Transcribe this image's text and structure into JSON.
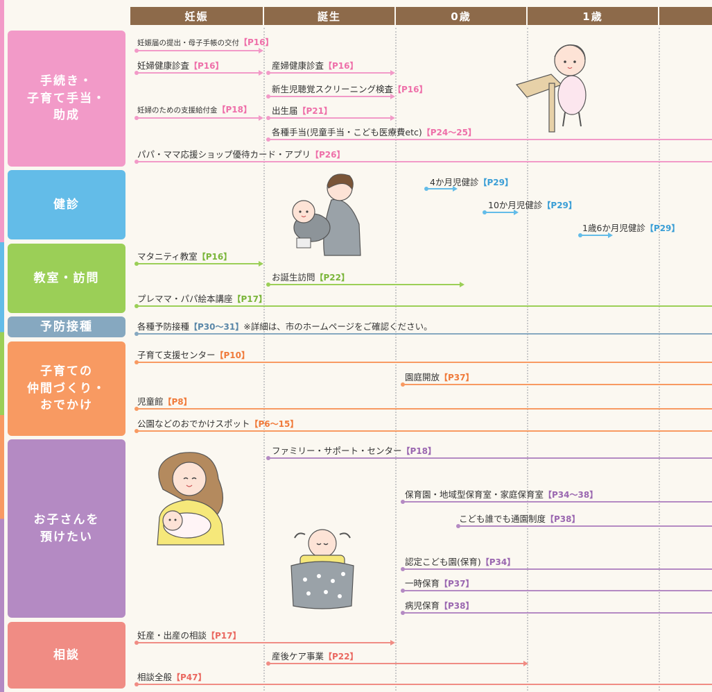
{
  "columns": [
    "妊娠",
    "誕生",
    "0歳",
    "1歳",
    ""
  ],
  "colors": {
    "header": "#8d6a4a",
    "pink": "#f29ac8",
    "pink_ref": "#ee6fa9",
    "blue": "#63bce8",
    "blue_ref": "#3a9ed6",
    "green": "#9bcf57",
    "green_ref": "#7ab53a",
    "steel": "#86a8c0",
    "steel_ref": "#5a87a8",
    "orange": "#f89a62",
    "orange_ref": "#f07a3a",
    "purple": "#b48ac3",
    "purple_ref": "#9a67b0",
    "salmon": "#f08c84",
    "salmon_ref": "#ea6860"
  },
  "categories": [
    {
      "id": "procedures",
      "label_lines": [
        "手続き・",
        "子育て手当・",
        "助成"
      ],
      "color": "#f29ac8"
    },
    {
      "id": "checkups",
      "label_lines": [
        "健診"
      ],
      "color": "#63bce8"
    },
    {
      "id": "classes",
      "label_lines": [
        "教室・訪問"
      ],
      "color": "#9bcf57"
    },
    {
      "id": "vaccination",
      "label_lines": [
        "予防接種"
      ],
      "color": "#86a8c0"
    },
    {
      "id": "community",
      "label_lines": [
        "子育ての",
        "仲間づくり・",
        "おでかけ"
      ],
      "color": "#f89a62"
    },
    {
      "id": "childcare",
      "label_lines": [
        "お子さんを",
        "預けたい"
      ],
      "color": "#b48ac3"
    },
    {
      "id": "consult",
      "label_lines": [
        "相談"
      ],
      "color": "#f08c84"
    }
  ],
  "items": [
    {
      "name": "pregnancy-notification",
      "text": "妊娠届の提出・母子手帳の交付",
      "ref": "【P16】",
      "cat": "pink",
      "small": true
    },
    {
      "name": "maternal-checkup",
      "text": "妊婦健康診査",
      "ref": "【P16】",
      "cat": "pink"
    },
    {
      "name": "postpartum-checkup",
      "text": "産婦健康診査",
      "ref": "【P16】",
      "cat": "pink"
    },
    {
      "name": "newborn-hearing",
      "text": "新生児聴覚スクリーニング検査",
      "ref": "【P16】",
      "cat": "pink"
    },
    {
      "name": "maternity-support-benefit",
      "text": "妊婦のための支援給付金",
      "ref": "【P18】",
      "cat": "pink",
      "small": true
    },
    {
      "name": "birth-registration",
      "text": "出生届",
      "ref": "【P21】",
      "cat": "pink"
    },
    {
      "name": "allowances",
      "text": "各種手当(児童手当・こども医療費etc)",
      "ref": "【P24〜25】",
      "cat": "pink"
    },
    {
      "name": "papa-mama-card",
      "text": "パパ・ママ応援ショップ優待カード・アプリ",
      "ref": "【P26】",
      "cat": "pink"
    },
    {
      "name": "checkup-4m",
      "text": "4か月児健診",
      "ref": "【P29】",
      "cat": "blue"
    },
    {
      "name": "checkup-10m",
      "text": "10か月児健診",
      "ref": "【P29】",
      "cat": "blue"
    },
    {
      "name": "checkup-18m",
      "text": "1歳6か月児健診",
      "ref": "【P29】",
      "cat": "blue"
    },
    {
      "name": "maternity-class",
      "text": "マタニティ教室",
      "ref": "【P16】",
      "cat": "green"
    },
    {
      "name": "birth-visit",
      "text": "お誕生訪問",
      "ref": "【P22】",
      "cat": "green"
    },
    {
      "name": "picture-book-class",
      "text": "プレママ・パパ絵本講座",
      "ref": "【P17】",
      "cat": "green"
    },
    {
      "name": "vaccinations",
      "text": "各種予防接種",
      "ref": "【P30〜31】",
      "suffix": "※詳細は、市のホームページをご確認ください。",
      "cat": "steel"
    },
    {
      "name": "support-center",
      "text": "子育て支援センター",
      "ref": "【P10】",
      "cat": "orange"
    },
    {
      "name": "garden-opening",
      "text": "園庭開放",
      "ref": "【P37】",
      "cat": "orange"
    },
    {
      "name": "childrens-hall",
      "text": "児童館",
      "ref": "【P8】",
      "cat": "orange"
    },
    {
      "name": "outing-spots",
      "text": "公園などのおでかけスポット",
      "ref": "【P6〜15】",
      "cat": "orange"
    },
    {
      "name": "family-support",
      "text": "ファミリー・サポート・センター",
      "ref": "【P18】",
      "cat": "purple"
    },
    {
      "name": "nursery",
      "text": "保育園・地域型保育室・家庭保育室",
      "ref": "【P34〜38】",
      "cat": "purple"
    },
    {
      "name": "daycare-anyone",
      "text": "こども誰でも通園制度",
      "ref": "【P38】",
      "cat": "purple"
    },
    {
      "name": "certified-kindergarten",
      "text": "認定こども園(保育)",
      "ref": "【P34】",
      "cat": "purple"
    },
    {
      "name": "temporary-care",
      "text": "一時保育",
      "ref": "【P37】",
      "cat": "purple"
    },
    {
      "name": "sick-child-care",
      "text": "病児保育",
      "ref": "【P38】",
      "cat": "purple"
    },
    {
      "name": "pregnancy-consult",
      "text": "妊産・出産の相談",
      "ref": "【P17】",
      "cat": "salmon"
    },
    {
      "name": "postpartum-care",
      "text": "産後ケア事業",
      "ref": "【P22】",
      "cat": "salmon"
    },
    {
      "name": "general-consult",
      "text": "相談全般",
      "ref": "【P47】",
      "cat": "salmon"
    }
  ]
}
